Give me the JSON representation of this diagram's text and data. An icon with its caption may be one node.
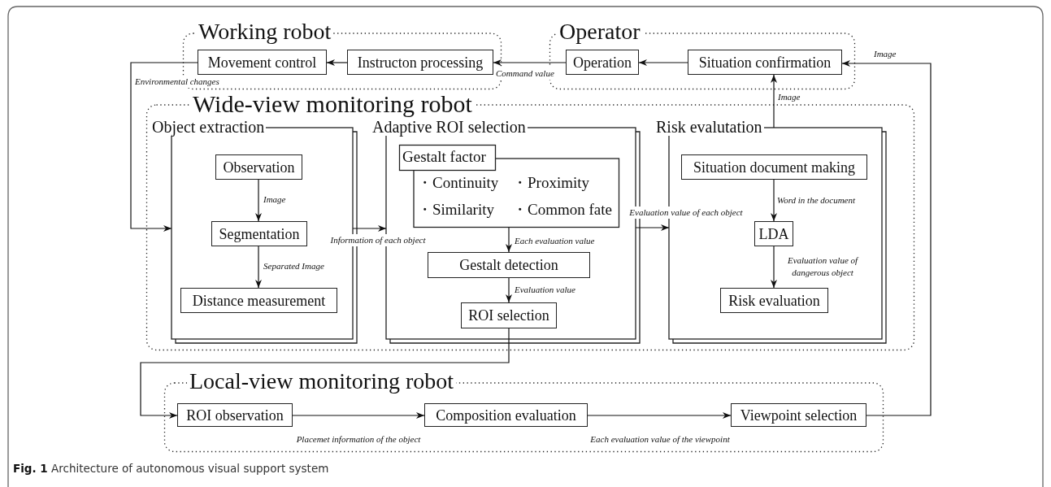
{
  "diagram": {
    "caption": "**Fig. 1** Architecture of autonomous visual support system",
    "nodes": [
      {
        "text": [
          "Working robot"
        ]
      },
      {
        "text": [
          "Movement control"
        ],
        "in": 0
      },
      {
        "text": [
          "Instructon processing"
        ],
        "in": 0
      },
      {
        "text": [
          "Operator"
        ]
      },
      {
        "text": [
          "Operation"
        ],
        "in": 3
      },
      {
        "text": [
          "Situation confirmation"
        ],
        "in": 3
      },
      {
        "text": [
          "Wide-view monitoring robot"
        ]
      },
      {
        "text": [
          "Object extraction"
        ],
        "in": 6
      },
      {
        "text": [
          "Observation"
        ],
        "in": 7
      },
      {
        "text": [
          "Segmentation"
        ],
        "in": 7
      },
      {
        "text": [
          "Distance measurement"
        ],
        "in": 7
      },
      {
        "text": [
          "Adaptive ROI selection"
        ],
        "in": 6
      },
      {
        "text": [
          "Gestalt factor",
          "・Continuity",
          "・Proximity",
          "・Similarity",
          "・Common fate"
        ],
        "in": 11
      },
      {
        "text": [
          "Gestalt detection"
        ],
        "in": 11
      },
      {
        "text": [
          "ROI selection"
        ],
        "in": 11
      },
      {
        "text": [
          "Risk evalutation"
        ],
        "in": 6
      },
      {
        "text": [
          "Situation document making"
        ],
        "in": 15
      },
      {
        "text": [
          "LDA"
        ],
        "in": 15
      },
      {
        "text": [
          "Risk evaluation"
        ],
        "in": 15
      },
      {
        "text": [
          "Local-view monitoring robot"
        ]
      },
      {
        "text": [
          "ROI observation"
        ],
        "in": 19
      },
      {
        "text": [
          "Composition evaluation"
        ],
        "in": 19
      },
      {
        "text": [
          "Viewpoint selection"
        ],
        "in": 19
      }
    ],
    "edges": [
      {
        "from": 2,
        "to": 1,
        "arrow": "to"
      },
      {
        "from": 4,
        "to": 2,
        "arrow": "to",
        "label": "Command value"
      },
      {
        "from": 5,
        "to": 4,
        "arrow": "to"
      },
      {
        "from": 1,
        "to": 7,
        "arrow": "to",
        "label": "Environmental changes"
      },
      {
        "from": 8,
        "to": 9,
        "arrow": "to",
        "label": "Image"
      },
      {
        "from": 9,
        "to": 10,
        "arrow": "to",
        "label": "Separated Image"
      },
      {
        "from": 7,
        "to": 11,
        "arrow": "to",
        "label": "Information of each object"
      },
      {
        "from": 12,
        "to": 13,
        "arrow": "to",
        "label": "Each evaluation value"
      },
      {
        "from": 13,
        "to": 14,
        "arrow": "to",
        "label": "Evaluation value"
      },
      {
        "from": 11,
        "to": 15,
        "arrow": "to",
        "label": "Evaluation value of each object"
      },
      {
        "from": 16,
        "to": 17,
        "arrow": "to",
        "label": "Word in the document"
      },
      {
        "from": 17,
        "to": 18,
        "arrow": "to",
        "label": "Evaluation value of dangerous object"
      },
      {
        "from": 15,
        "to": 5,
        "arrow": "to",
        "label": "Image"
      },
      {
        "from": 14,
        "to": 20,
        "arrow": "to"
      },
      {
        "from": 20,
        "to": 21,
        "arrow": "to",
        "label": "Placemet information of the object"
      },
      {
        "from": 21,
        "to": 22,
        "arrow": "to",
        "label": "Each evaluation value of the viewpoint"
      },
      {
        "from": 22,
        "to": 5,
        "arrow": "to",
        "label": "Image"
      }
    ]
  }
}
